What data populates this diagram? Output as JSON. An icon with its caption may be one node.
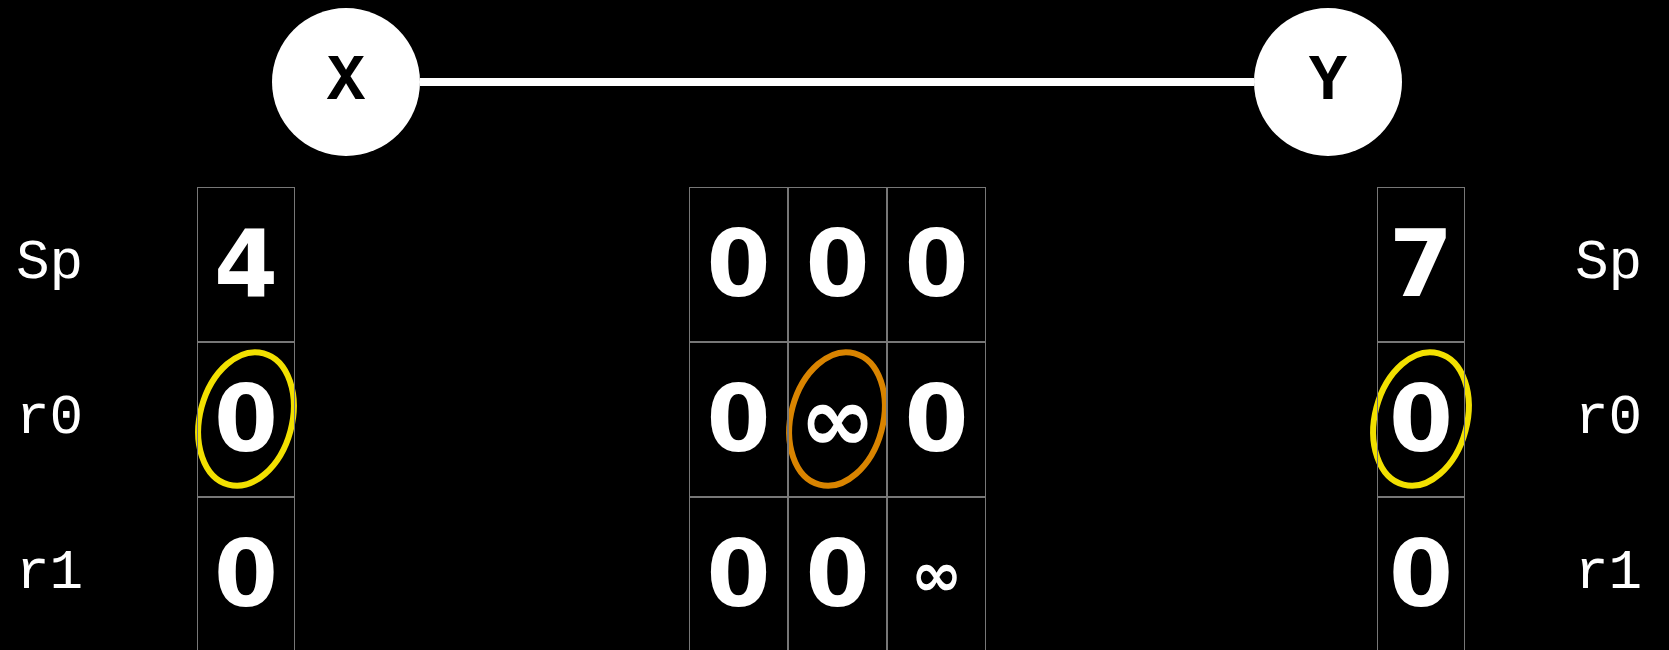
{
  "diagram": {
    "nodes": [
      {
        "text": [
          "X"
        ]
      },
      {
        "text": [
          "Y"
        ]
      }
    ],
    "edges": [
      {
        "from": 0,
        "to": 1,
        "arrow": "none"
      }
    ],
    "labels": [
      "Sp",
      "4",
      "0",
      "0",
      "0",
      "7",
      "Sp",
      "r0",
      "0",
      "0",
      "∞",
      "0",
      "0",
      "r0",
      "r1",
      "0",
      "0",
      "0",
      "∞",
      "0",
      "r1"
    ]
  }
}
